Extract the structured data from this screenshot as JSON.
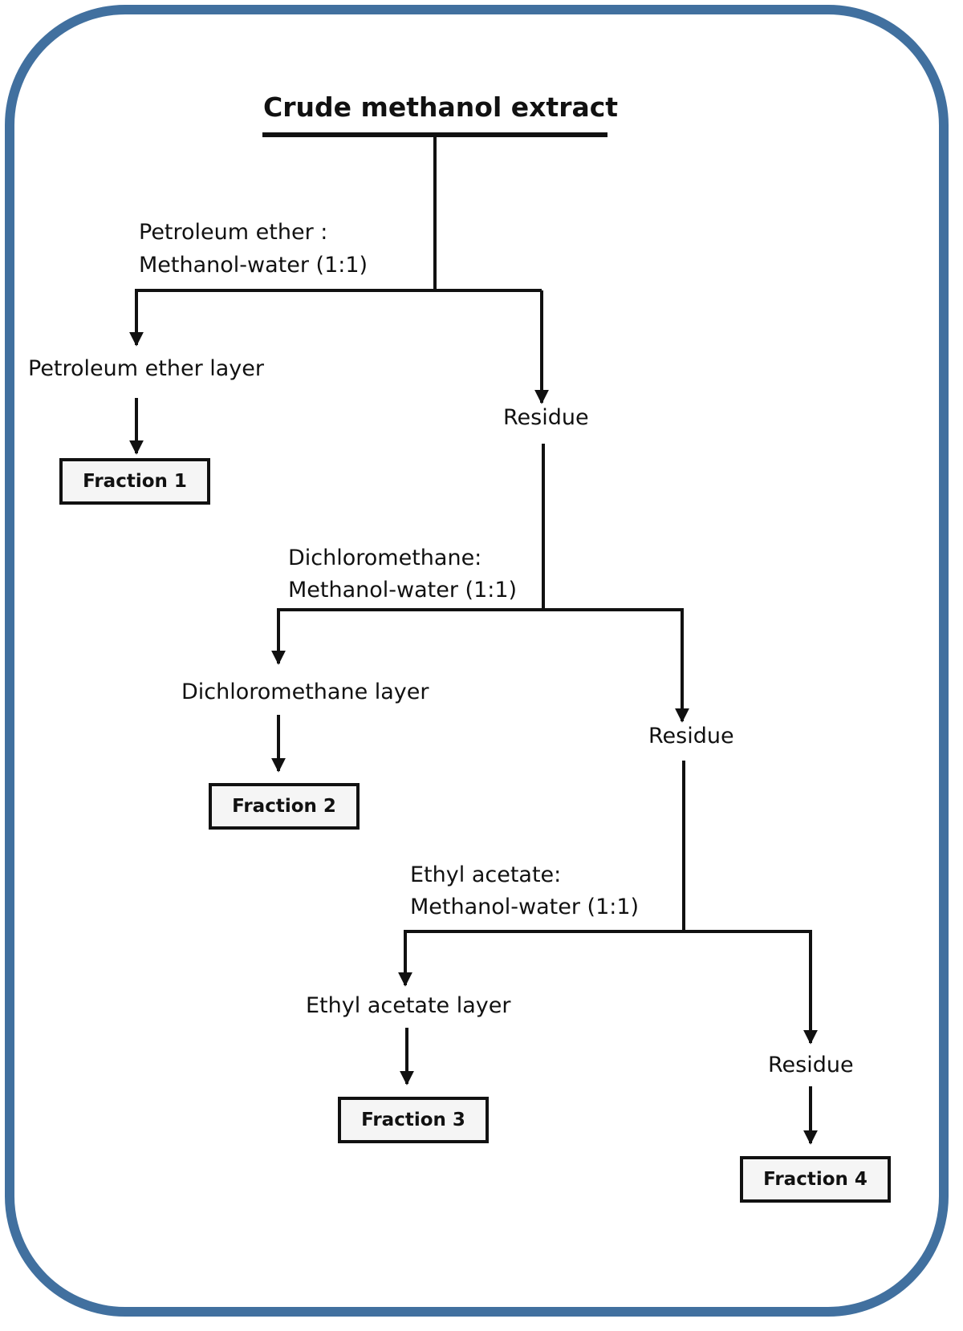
{
  "title": "Crude methanol  extract",
  "steps": [
    {
      "solvent_line1": "Petroleum ether :",
      "solvent_line2": "Methanol-water (1:1)",
      "layer": "Petroleum ether layer",
      "residue": "Residue",
      "fraction": "Fraction 1"
    },
    {
      "solvent_line1": "Dichloromethane:",
      "solvent_line2": "Methanol-water (1:1)",
      "layer": "Dichloromethane layer",
      "residue": "Residue",
      "fraction": "Fraction 2"
    },
    {
      "solvent_line1": "Ethyl acetate:",
      "solvent_line2": "Methanol-water (1:1)",
      "layer": "Ethyl acetate layer",
      "residue": "Residue",
      "fraction": "Fraction 3"
    }
  ],
  "final_fraction": "Fraction 4",
  "colors": {
    "frame": "#41709f",
    "line": "#111111",
    "box_fill": "#f5f5f5"
  }
}
